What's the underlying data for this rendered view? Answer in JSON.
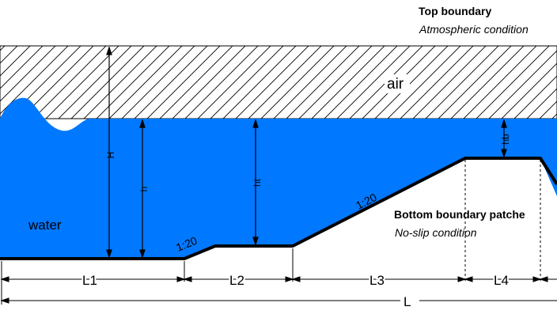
{
  "top_boundary": {
    "title": "Top boundary",
    "condition": "Atmospheric condition"
  },
  "bottom_boundary": {
    "title": "Bottom boundary patche",
    "condition": "No-slip condition"
  },
  "regions": {
    "air": "air",
    "water": "water"
  },
  "depths": {
    "H": "H",
    "h": "h",
    "ht": "ht",
    "hb": "hb"
  },
  "slopes": {
    "gentle": "1:20",
    "ramp": "1:20"
  },
  "lengths": {
    "L1": "L1",
    "L2": "L2",
    "L3": "L3",
    "L4": "L4",
    "L": "L"
  },
  "colors": {
    "water": "#0078ff",
    "bottom_line": "#000000",
    "hatch": "#000000"
  }
}
